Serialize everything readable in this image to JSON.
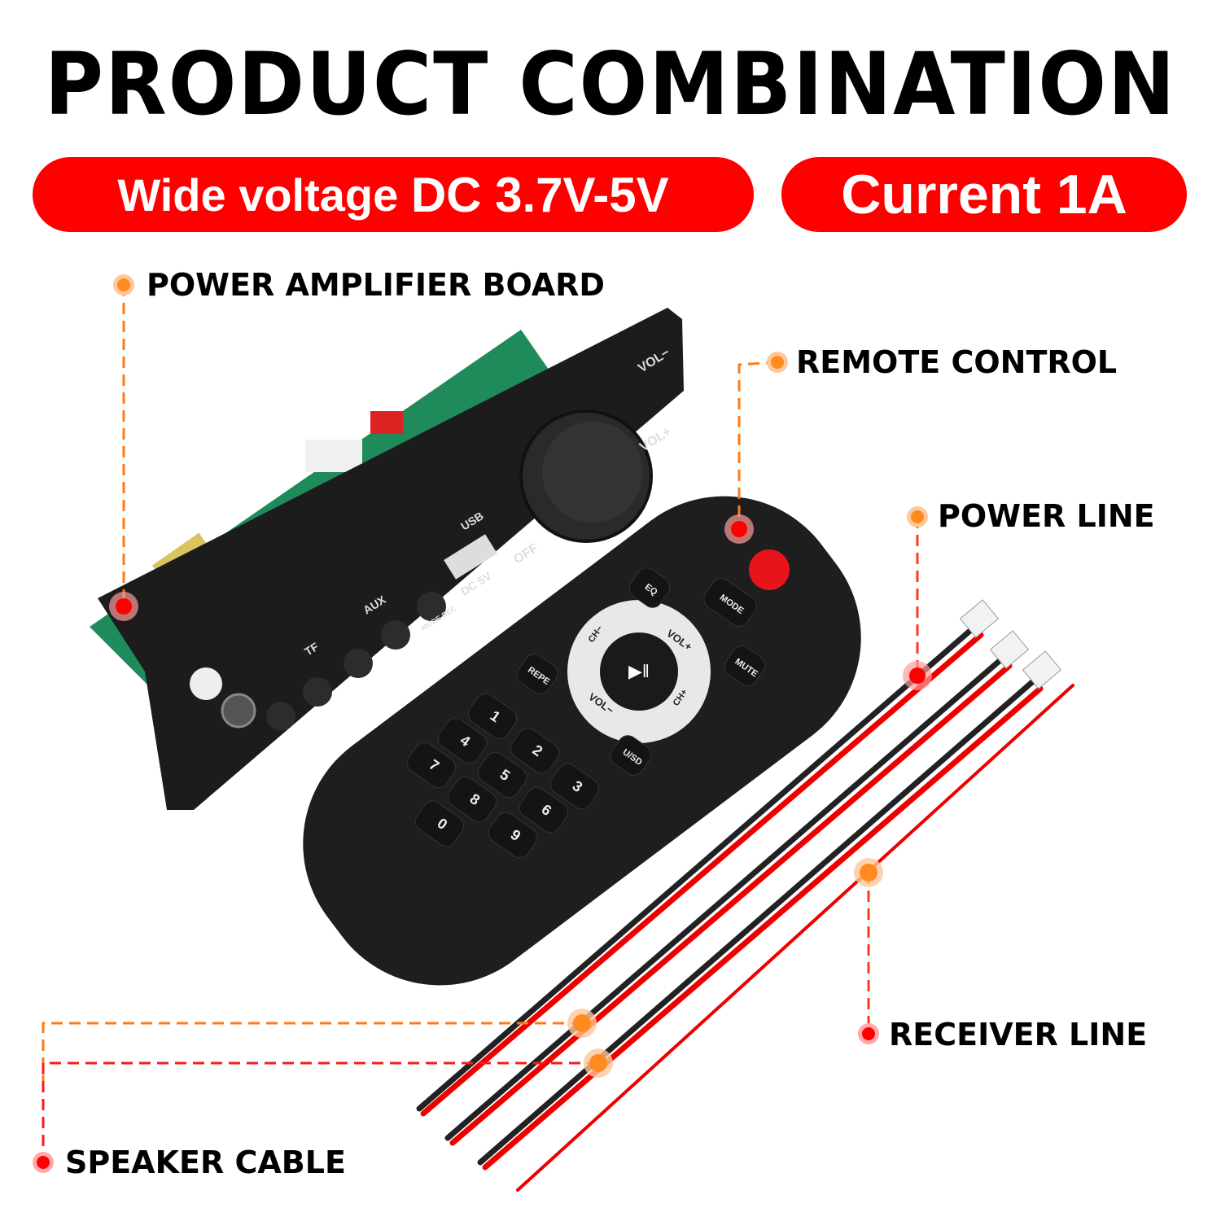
{
  "title": "PRODUCT COMBINATION",
  "badges": {
    "voltage_prefix": "Wide voltage ",
    "voltage_value": "DC 3.7V-5V",
    "current": "Current 1A"
  },
  "callouts": {
    "board": "POWER AMPLIFIER BOARD",
    "remote": "REMOTE CONTROL",
    "power_line": "POWER LINE",
    "receiver_line": "RECEIVER LINE",
    "speaker_cable": "SPEAKER CABLE"
  },
  "colors": {
    "accent_red": "#ff0000",
    "callout_orange": "#ff8a1f",
    "board_black": "#1c1c1c",
    "pcb_green": "#1f8a5a"
  },
  "board_markings": {
    "vol_minus": "VOL−",
    "vol_plus": "VOL+",
    "off": "OFF",
    "dc": "DC 5V",
    "aux": "AUX",
    "tf": "TF",
    "usb": "USB",
    "mode": "MODE REC"
  },
  "remote_keys": {
    "eq": "EQ",
    "mode": "MODE",
    "repe": "REPE",
    "mute": "MUTE",
    "usd": "U/SD",
    "vol_plus": "VOL+",
    "vol_minus": "VOL−",
    "ch_minus": "CH−",
    "ch_plus": "CH+",
    "digits": [
      "1",
      "2",
      "3",
      "4",
      "5",
      "6",
      "7",
      "8",
      "9",
      "0"
    ]
  }
}
